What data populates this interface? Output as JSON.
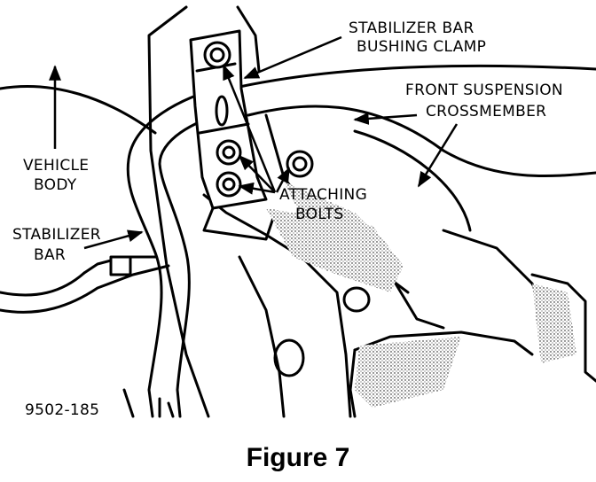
{
  "labels": {
    "clamp_line1": "STABILIZER BAR",
    "clamp_line2": "BUSHING CLAMP",
    "crossmember_line1": "FRONT SUSPENSION",
    "crossmember_line2": "CROSSMEMBER",
    "body_line1": "VEHICLE",
    "body_line2": "BODY",
    "bolts_line1": "ATTACHING",
    "bolts_line2": "BOLTS",
    "stab_line1": "STABILIZER",
    "stab_line2": "BAR",
    "part_number": "9502-185"
  },
  "caption": "Figure 7"
}
